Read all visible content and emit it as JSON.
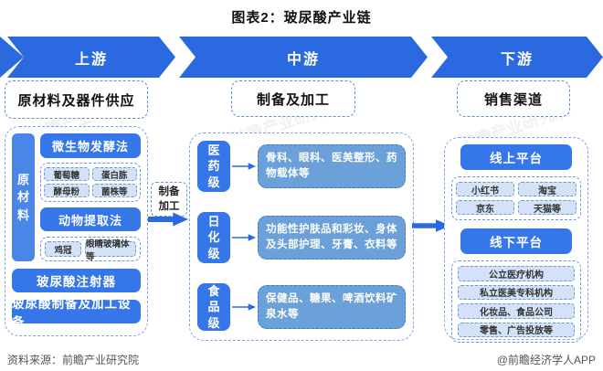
{
  "title": "图表2：玻尿酸产业链",
  "banner": {
    "upstream": "上游",
    "midstream": "中游",
    "downstream": "下游"
  },
  "upstream": {
    "header": "原材料及器件供应",
    "side_label": "原材料",
    "fermentation": {
      "title": "微生物发酵法",
      "items": [
        "葡萄糖",
        "蛋白胨",
        "酵母粉",
        "菌株等"
      ]
    },
    "animal": {
      "title": "动物提取法",
      "items": [
        "鸡冠",
        "眼睛玻璃体等"
      ]
    },
    "equipment": [
      "玻尿酸注射器",
      "玻尿酸制备及加工设备"
    ]
  },
  "link": {
    "label": "制备加工"
  },
  "midstream": {
    "header": "制备及加工",
    "grades": [
      {
        "grade": "医药级",
        "desc": "骨科、眼科、医美整形、药物载体等"
      },
      {
        "grade": "日化级",
        "desc": "功能性护肤品和彩妆、身体及头部护理、牙膏、衣料等"
      },
      {
        "grade": "食品级",
        "desc": "保健品、糖果、啤酒饮料矿泉水等"
      }
    ]
  },
  "downstream": {
    "header": "销售渠道",
    "online": {
      "title": "线上平台",
      "items": [
        "小红书",
        "淘宝",
        "京东",
        "天猫等"
      ]
    },
    "offline": {
      "title": "线下平台",
      "items": [
        "公立医疗机构",
        "私立医美专科机构",
        "化妆品、食品公司",
        "零售、广告投放等"
      ]
    }
  },
  "footer": {
    "source": "资料来源：前瞻产业研究院",
    "brand": "@前瞻经济学人APP"
  },
  "watermark": "前瞻产业研究院",
  "colors": {
    "banner_blue": "#2a69e0",
    "solid_blue": "#3577e8",
    "side_blue": "#4a86e8",
    "desc_fill": "#6ba0d9",
    "desc_border": "#3f77c9",
    "chip_fill": "#d3e2f6",
    "chip_border": "#6b97d8",
    "dashed_border": "#7aa4e6"
  }
}
